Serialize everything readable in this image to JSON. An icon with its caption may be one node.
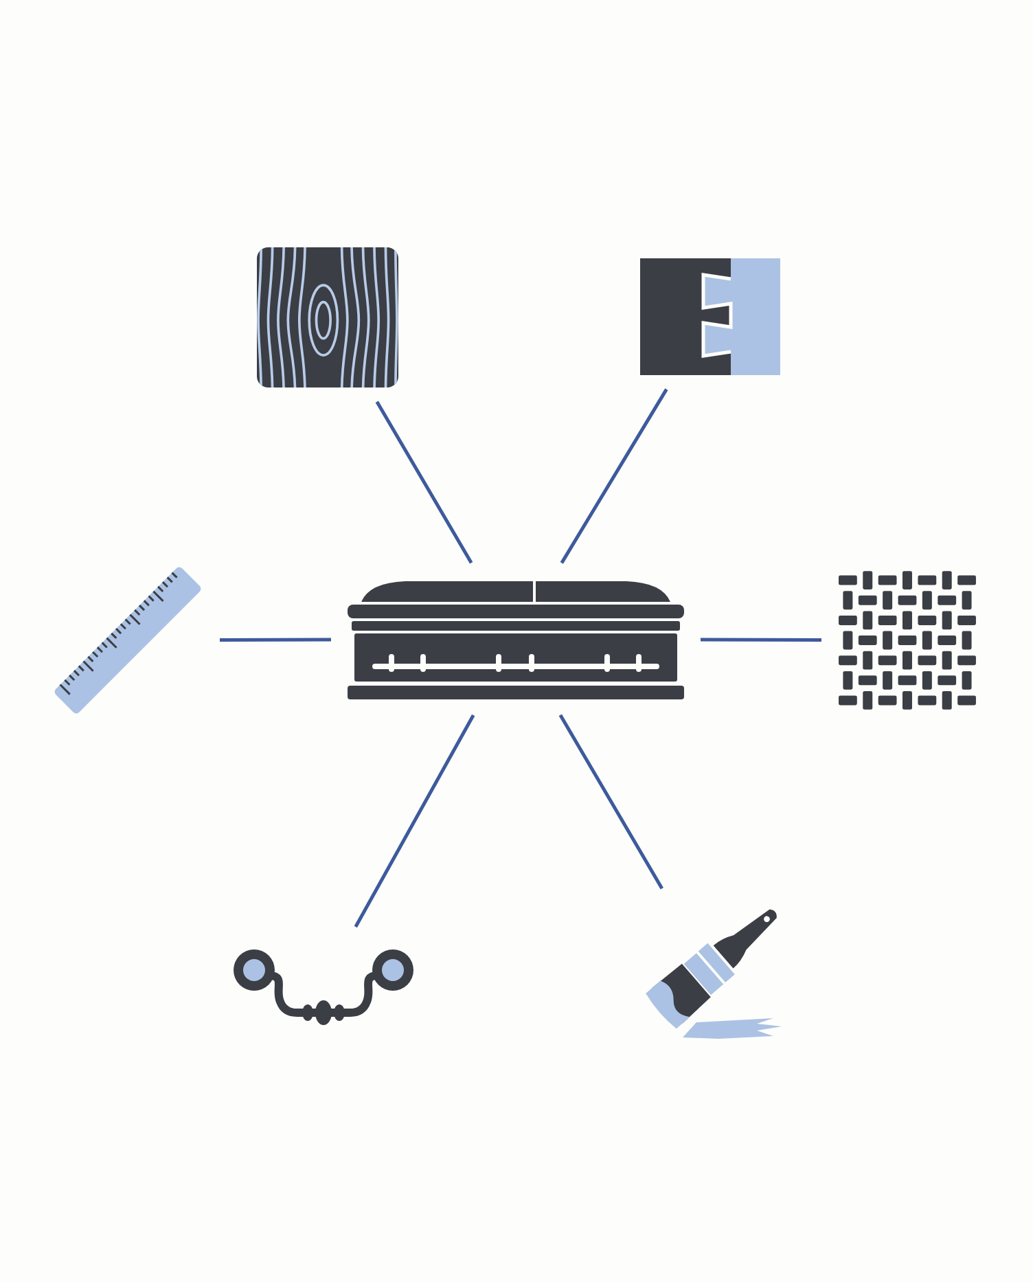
{
  "diagram": {
    "nodes": [
      {
        "text": [],
        "shape": "picture"
      },
      {
        "text": [],
        "shape": "picture"
      },
      {
        "text": [],
        "shape": "picture"
      },
      {
        "text": [],
        "shape": "picture"
      },
      {
        "text": [],
        "shape": "picture"
      },
      {
        "text": [],
        "shape": "picture"
      },
      {
        "text": [],
        "shape": "picture"
      }
    ],
    "edges": [
      {
        "from": 3,
        "to": 0,
        "arrow": "none"
      },
      {
        "from": 3,
        "to": 1,
        "arrow": "none"
      },
      {
        "from": 3,
        "to": 2,
        "arrow": "none"
      },
      {
        "from": 3,
        "to": 4,
        "arrow": "none"
      },
      {
        "from": 3,
        "to": 5,
        "arrow": "none"
      },
      {
        "from": 3,
        "to": 6,
        "arrow": "none"
      }
    ]
  }
}
